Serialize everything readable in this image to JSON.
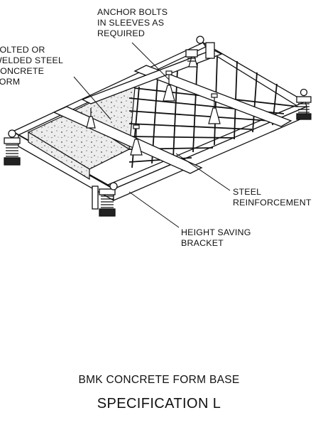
{
  "labels": {
    "anchor_bolts": [
      "ANCHOR BOLTS",
      "IN SLEEVES AS",
      "REQUIRED"
    ],
    "bolted_form": [
      "BOLTED OR",
      "WELDED STEEL",
      "CONCRETE",
      "FORM"
    ],
    "steel_reinforcement": [
      "STEEL",
      "REINFORCEMENT"
    ],
    "height_saving_bracket": [
      "HEIGHT SAVING",
      "BRACKET"
    ]
  },
  "caption": {
    "line1": "BMK CONCRETE FORM BASE",
    "line2": "SPECIFICATION L"
  }
}
